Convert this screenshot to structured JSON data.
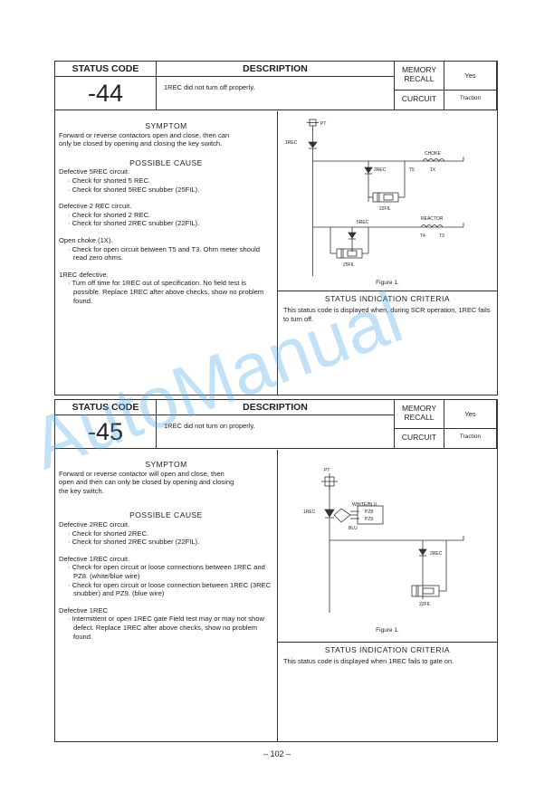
{
  "sections": [
    {
      "status_code_label": "STATUS CODE",
      "status_code": "-44",
      "description_label": "DESCRIPTION",
      "description": "1REC did not turn off properly.",
      "memory_recall_label": "MEMORY RECALL",
      "memory_recall": "Yes",
      "circuit_label": "CURCUIT",
      "circuit": "Traction",
      "symptom_heading": "SYMPTOM",
      "symptom_lines": [
        "Forward or reverse contactors open and close, then can",
        "only be closed by opening and closing the key switch."
      ],
      "possible_cause_heading": "POSSIBLE CAUSE",
      "causes": [
        {
          "title": "Defective 5REC circuit.",
          "items": [
            "Check for shorted 5 REC.",
            "Check for shorted 5REC snubber (25FIL)."
          ]
        },
        {
          "title": "Defective 2 REC circuit.",
          "items": [
            "Check for shorted 2 REC.",
            "Check for shorted 2REC snubber (22FIL)."
          ]
        },
        {
          "title": "Open choke (1X).",
          "items": [
            "Check for open circuit between T5 and T3. Ohm meter should read zero ohms."
          ]
        },
        {
          "title": "1REC defective.",
          "items": [
            "Turn off time for 1REC out of specification. No field test is possible. Replace 1REC after above checks, show no problem found."
          ]
        }
      ],
      "figure_caption": "Figure 1.",
      "figure_labels": {
        "pt": "PT",
        "rec1": "1REC",
        "rec2": "2REC",
        "t5": "T5",
        "choke": "CHOKE",
        "x1": "1X",
        "fil22": "22FIL",
        "rec5": "5REC",
        "reactor": "REACTOR",
        "t4": "T4",
        "t3": "T3",
        "fil25": "25FIL"
      },
      "criteria_heading": "STATUS INDICATION CRITERIA",
      "criteria_text": "This status code is displayed when, during SCR operation, 1REC fails to turn off."
    },
    {
      "status_code_label": "STATUS CODE",
      "status_code": "-45",
      "description_label": "DESCRIPTION",
      "description": "1REC did not turn on properly.",
      "memory_recall_label": "MEMORY RECALL",
      "memory_recall": "Yes",
      "circuit_label": "CURCUIT",
      "circuit": "Traction",
      "symptom_heading": "SYMPTOM",
      "symptom_lines": [
        "Forward or reverse contactor will open and close, then",
        "open and then can only be closed by opening and closing",
        "the key switch."
      ],
      "possible_cause_heading": "POSSIBLE CAUSE",
      "causes": [
        {
          "title": "Defective 2REC circuit.",
          "items": [
            "Check for shorted 2REC.",
            "Check for shorted 2REC snubber (22FIL)."
          ]
        },
        {
          "title": "Defective 1REC circuit.",
          "items": [
            "Check for open circuit or loose connections between 1REC and PZ8. (white/blue wire)",
            "Check for open circuit or loose connection between 1REC (3REC snubber) and PZ9. (blue wire)"
          ]
        },
        {
          "title": "Defective 1REC",
          "items": [
            "Intermittent or open 1REC gate Field test may or may not show defect. Replace 1REC after above checks, show no problem found."
          ]
        }
      ],
      "figure_caption": "Figure 1.",
      "figure_labels": {
        "pt": "PT",
        "rec1": "1REC",
        "wb": "WHITE/BLU",
        "blu": "BLU",
        "pz8": "PZ8",
        "pz9": "PZ9",
        "rec2": "2REC",
        "fil22": "22FIL"
      },
      "criteria_heading": "STATUS INDICATION CRITERIA",
      "criteria_text": "This status code is displayed when 1REC fails to gate on."
    }
  ],
  "page_number": "– 102 –",
  "watermark": "AutoManual"
}
